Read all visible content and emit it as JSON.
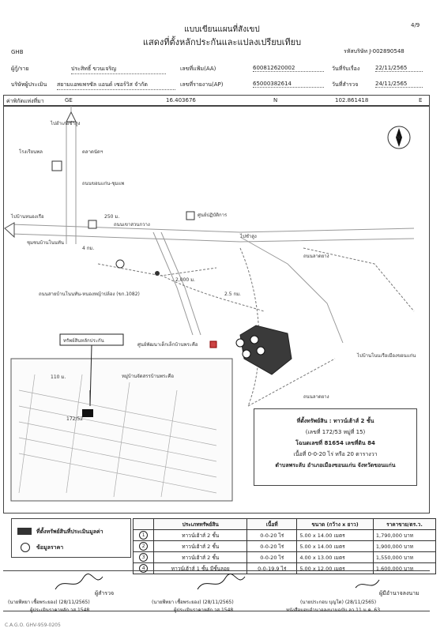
{
  "page_no": "4/9",
  "title1": "แบบเขียนแผนที่สังเขป",
  "title2": "แสดงที่ตั้งหลักประกันและแปลงเปรียบเทียบ",
  "ghb": "GHB",
  "company_code": "รหัสบริษัท J-002890548",
  "borrower": {
    "label": "ผู้กู้/ราย",
    "value": "ประสิทธิ์ ขวนเจริญ"
  },
  "app_no": {
    "label": "เลขที่แฟ้ม(AA)",
    "value": "600812620002"
  },
  "receive_date": {
    "label": "วันที่รับเรื่อง",
    "value": "22/11/2565"
  },
  "company": {
    "label": "บริษัทผู้ประเมิน",
    "value": "สยามแอพเพรซัล แอนด์ เซอร์วิส จำกัด"
  },
  "appraisal_no": {
    "label": "เลขที่รายงาน(AP)",
    "value": "65000382614"
  },
  "survey_date": {
    "label": "วันที่สำรวจ",
    "value": "24/11/2565"
  },
  "coords": {
    "label": "ค่าพิกัดแห่งที่มา",
    "ge": "GE",
    "lat": "16.403676",
    "n": "N",
    "lon": "102.861418",
    "e": "E"
  },
  "map_labels": {
    "north_road": "ไปอำเภอชำสูง",
    "west_road": "ไปบ้านหนองเรือ",
    "east_road": "ไปชำสูง",
    "school": "โรงเรียนพล",
    "market": "ตลาดนัดฯ",
    "road_khonkaen": "ถนนขอนแก่น-ชุมแพ",
    "dist1": "250 ม.",
    "dist2": "4 กม.",
    "dist3": "2,000 ม.",
    "dist4": "2.5 กม.",
    "health": "ศูนย์ปฏิบัติการ",
    "police": "ถนนเขาสวนกวาง",
    "village": "ชุมชนบ้านโนนทัน",
    "rd_label": "ถนนสายบ้านโนนทัน-หนองหญ้าปล้อง (ขก.1082)",
    "center": "ศูนย์พัฒนาเด็กเล็กบ้านพระคือ",
    "to_temple": "ไปบ้านโนนเรือเมืองขอนแก่น",
    "road_a": "ถนนลาดยาง",
    "road_b": "ถนนลาดยาง",
    "collateral_label": "ทรัพย์สินหลักประกัน",
    "plot_label": "172/52",
    "plan_title": "หมู่บ้านจัดสรรบ้านพระคือ",
    "len1": "110 ม."
  },
  "location_box": {
    "line1": "ที่ตั้งทรัพย์สิน : ทาวน์เฮ้าส์ 2 ชั้น",
    "line2": "(เลขที่ 172/53 หมู่ที่ 15)",
    "line3": "โฉนดเลขที่ 81654 เลขที่ดิน 84",
    "line4": "เนื้อที่ 0-0-20 ไร่ หรือ 20 ตารางวา",
    "line5": "ตำบลพระลับ อำเภอเมืองขอนแก่น จังหวัดขอนแก่น"
  },
  "legend": {
    "collateral": "ที่ตั้งทรัพย์สินที่ประเมินมูลค่า",
    "compare": "ข้อมูลราคา"
  },
  "table": {
    "headers": [
      "",
      "ประเภททรัพย์สิน",
      "เนื้อที่",
      "ขนาด (กว้าง x ยาว)",
      "ราคาขาย/ตร.ว."
    ],
    "rows": [
      {
        "no": "1",
        "type": "ทาวน์เฮ้าส์ 2 ชั้น",
        "area": "0-0-20 ไร่",
        "size": "5.00 x 14.00 เมตร",
        "price": "1,790,000 บาท"
      },
      {
        "no": "2",
        "type": "ทาวน์เฮ้าส์ 2 ชั้น",
        "area": "0-0-20 ไร่",
        "size": "5.00 x 14.00 เมตร",
        "price": "1,900,000 บาท"
      },
      {
        "no": "3",
        "type": "ทาวน์เฮ้าส์ 2 ชั้น",
        "area": "0-0-20 ไร่",
        "size": "4.00 x 13.00 เมตร",
        "price": "1,550,000 บาท"
      },
      {
        "no": "4",
        "type": "ทาวน์เฮ้าส์ 1 ชั้น มีชั้นลอย",
        "area": "0-0-19.9 ไร่",
        "size": "5.00 x 12.00 เมตร",
        "price": "1,600,000 บาท"
      }
    ]
  },
  "signatures": {
    "s1_role": "ผู้สำรวจ",
    "s1_name": "(นายพีทยา เชื้อพระยอง) (28/11/2565)",
    "s1_title": "ผู้ประเมินราคาหลัก วส.1548",
    "s2_name": "(นายพีทยา เชื้อพระยอง) (28/11/2565)",
    "s2_title": "ผู้ประเมินราคาหลัก วส.1548",
    "s3_role": "ผู้มีอำนาจลงนาม",
    "s3_name": "(นายประกอบ บุญโต) (28/11/2565)",
    "s3_title": "หนังสือมอบอำนาจลงนามฉบับ ลว.11 ม.ค. 63"
  },
  "footer": "C.A.G.O. GHV-959-0205"
}
